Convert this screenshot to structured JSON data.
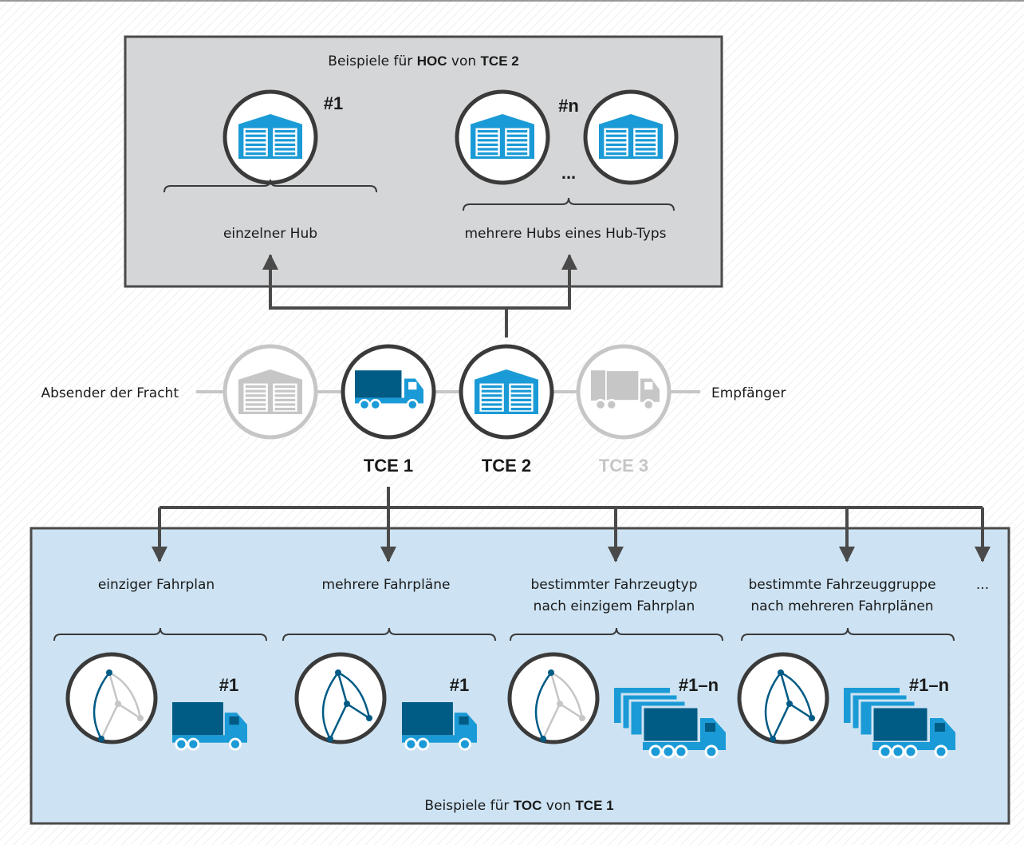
{
  "hoc_box": {
    "title_prefix": "Beispiele für ",
    "title_strong1": "HOC",
    "title_mid": " von ",
    "title_strong2": "TCE 2",
    "single_label": "einzelner Hub",
    "single_count": "#1",
    "multi_label": "mehrere Hubs eines Hub-Typs",
    "multi_count": "#n",
    "multi_ellipsis": "..."
  },
  "chain": {
    "sender": "Absender der Fracht",
    "receiver": "Empfänger",
    "tce1": "TCE 1",
    "tce2": "TCE 2",
    "tce3": "TCE 3"
  },
  "toc_box": {
    "footer_prefix": "Beispiele für ",
    "footer_strong1": "TOC",
    "footer_mid": " von ",
    "footer_strong2": "TCE 1",
    "items": [
      {
        "line1": "einziger Fahrplan",
        "line2": "",
        "count": "#1"
      },
      {
        "line1": "mehrere Fahrpläne",
        "line2": "",
        "count": "#1"
      },
      {
        "line1": "bestimmter Fahrzeugtyp",
        "line2": "nach einzigem Fahrplan",
        "count": "#1–n"
      },
      {
        "line1": "bestimmte Fahrzeuggruppe",
        "line2": "nach mehreren Fahrplänen",
        "count": "#1–n"
      }
    ],
    "more": "..."
  },
  "colors": {
    "hub_blue": "#1a9ad6",
    "truck_dark": "#005b85",
    "truck_light": "#1a9ad6",
    "inactive_gray": "#c6c6c6",
    "hoc_box_fill": "#d5d6d8",
    "toc_box_fill": "#cde3f3",
    "border": "#4a4a4a"
  }
}
